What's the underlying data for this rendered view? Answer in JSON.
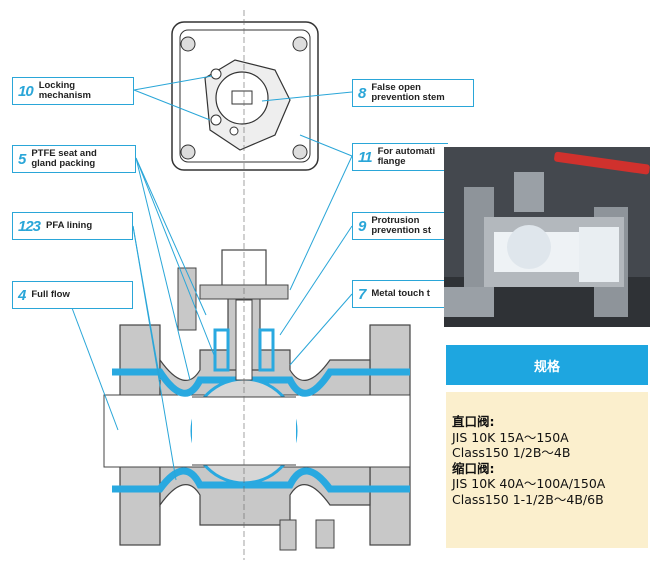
{
  "callouts": [
    {
      "num": "10",
      "line1": "Locking",
      "line2": "mechanism"
    },
    {
      "num": "5",
      "line1": "PTFE seat and",
      "line2": "gland packing"
    },
    {
      "num": "123",
      "line1": "PFA lining",
      "line2": ""
    },
    {
      "num": "4",
      "line1": "Full flow",
      "line2": ""
    },
    {
      "num": "8",
      "line1": "False open",
      "line2": "prevention stem"
    },
    {
      "num": "11",
      "line1": "For automati",
      "line2": "flange"
    },
    {
      "num": "9",
      "line1": "Protrusion",
      "line2": "prevention st"
    },
    {
      "num": "7",
      "line1": "Metal touch t",
      "line2": ""
    }
  ],
  "spec": {
    "header": "规格",
    "lines": [
      {
        "text": "直口阀:",
        "bold": true
      },
      {
        "text": "JIS 10K 15A～150A",
        "bold": false
      },
      {
        "text": "Class150 1/2B～4B",
        "bold": false
      },
      {
        "text": "缩口阀:",
        "bold": true
      },
      {
        "text": "JIS 10K 40A～100A/150A",
        "bold": false
      },
      {
        "text": "Class150 1-1/2B～4B/6B",
        "bold": false
      }
    ]
  },
  "colors": {
    "accent": "#2aa6d8",
    "lining": "#29a9e0",
    "body": "#c8c8c8",
    "spec_header": "#1ea6e0",
    "spec_bg": "#fbefcd"
  }
}
